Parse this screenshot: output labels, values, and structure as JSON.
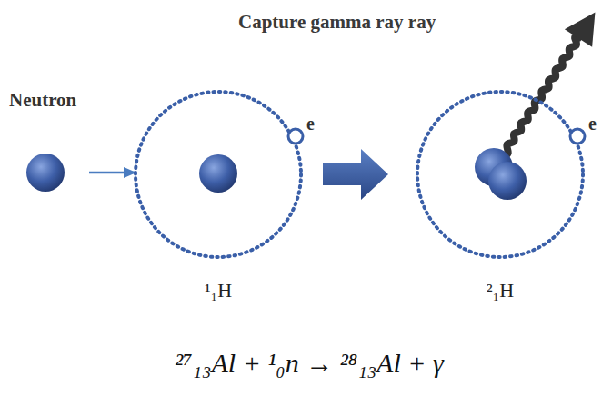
{
  "diagram": {
    "nodes": [
      {
        "text": [
          "Neutron"
        ]
      },
      {
        "text": [
          "e",
          "¹₁H"
        ]
      },
      {
        "text": [
          "e",
          "²₁H"
        ]
      }
    ],
    "edges": [
      {
        "from": 0,
        "to": 1,
        "arrow": "to"
      },
      {
        "from": 1,
        "to": 2,
        "arrow": "to"
      }
    ],
    "labels": [
      "Capture gamma ray ray",
      "²⁷₁₃Al + ¹₀n → ²⁸₁₃Al + γ"
    ]
  }
}
